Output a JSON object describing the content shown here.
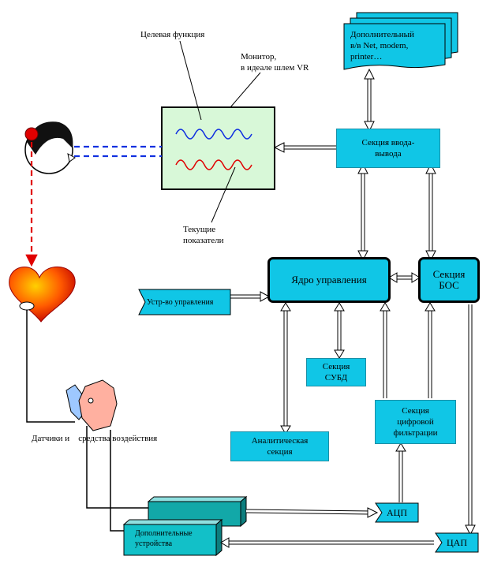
{
  "monitor": {
    "goal_function": "Целевая функция",
    "monitor_caption_1": "Монитор,",
    "monitor_caption_2": "в идеале  шлем VR",
    "current_1": "Текущие",
    "current_2": "показатели"
  },
  "extra_devices_top": {
    "line1": "Дополнительный",
    "line2": "в/в Net, modem,",
    "line3": "printer…"
  },
  "io_section": {
    "line1": "Секция ввода-",
    "line2": "вывода"
  },
  "control_core": "Ядро управления",
  "bos_section": {
    "line1": "Секция",
    "line2": "БОС"
  },
  "control_device": "Устр-во управления",
  "dbms_section": {
    "line1": "Секция",
    "line2": "СУБД"
  },
  "analytic_section": {
    "line1": "Аналитическая",
    "line2": "секция"
  },
  "digital_filter": {
    "line1": "Секция",
    "line2": "цифровой",
    "line3": "фильтрации"
  },
  "sensors_caption": "Датчики и    средства воздействия",
  "adc": "АЦП",
  "dac": "ЦАП",
  "extra_devices_bottom": {
    "line1": "Дополнительные",
    "line2": "устройства"
  },
  "colors": {
    "box": "#10c6e6",
    "screen": "#d8f8d8",
    "red_wave": "#e00000",
    "blue_wave": "#1030e0"
  }
}
